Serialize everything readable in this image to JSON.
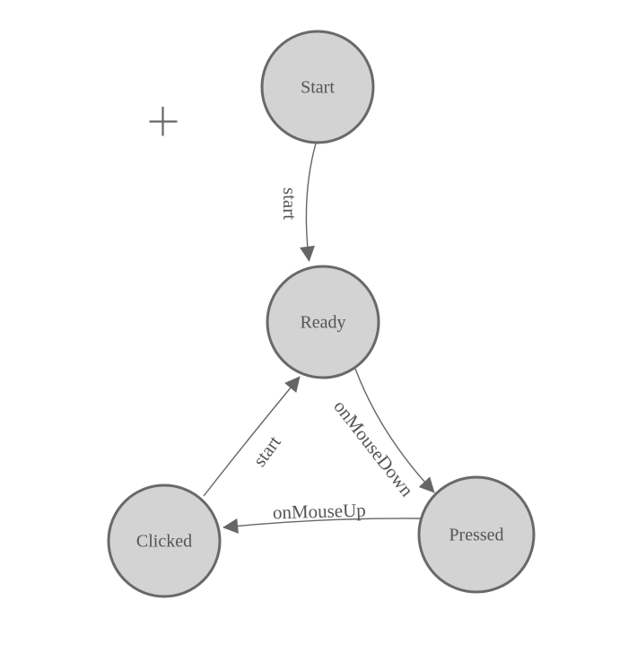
{
  "diagram_type": "state-machine",
  "colors": {
    "background": "#ffffff",
    "node_fill": "#d3d3d3",
    "node_stroke": "#696969",
    "edge": "#666666",
    "arrow": "#666666",
    "label": "#54545b",
    "cursor": "#666666"
  },
  "nodes": {
    "start": {
      "label": "Start"
    },
    "ready": {
      "label": "Ready"
    },
    "clicked": {
      "label": "Clicked"
    },
    "pressed": {
      "label": "Pressed"
    }
  },
  "edges": {
    "start_ready": {
      "label": "start",
      "from": "Start",
      "to": "Ready"
    },
    "clicked_ready": {
      "label": "start",
      "from": "Clicked",
      "to": "Ready"
    },
    "ready_pressed": {
      "label": "onMouseDown",
      "from": "Ready",
      "to": "Pressed"
    },
    "pressed_clicked": {
      "label": "onMouseUp",
      "from": "Pressed",
      "to": "Clicked"
    }
  },
  "cursor": {
    "name": "crosshair"
  }
}
